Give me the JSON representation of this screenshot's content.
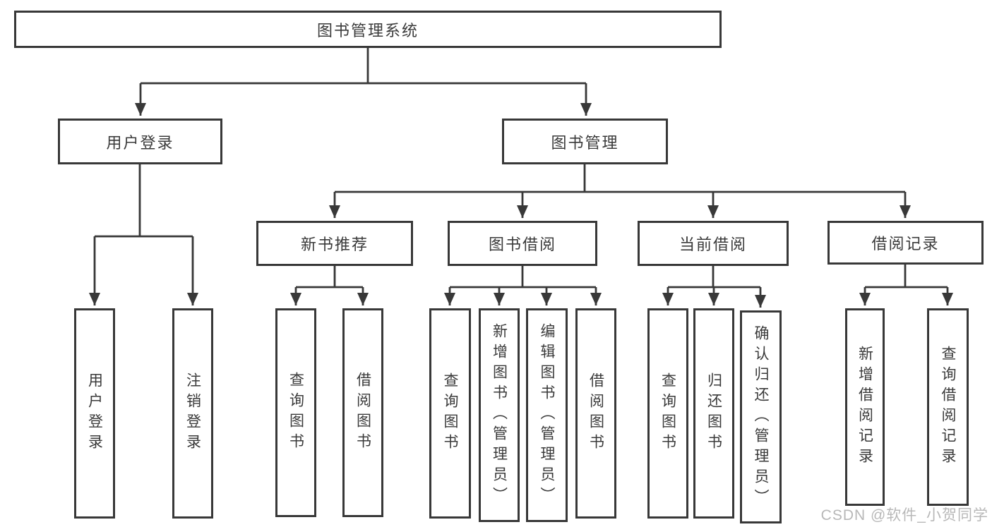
{
  "colors": {
    "line": "#383838",
    "text": "#3a3a3a",
    "watermark": "#b8b8b8",
    "background": "#ffffff"
  },
  "watermark": {
    "text": "CSDN @软件_小贺同学"
  },
  "tree": {
    "root": {
      "label": "图书管理系统",
      "children": [
        {
          "label": "用户登录",
          "children": [
            {
              "label": "用户登录"
            },
            {
              "label": "注销登录"
            }
          ]
        },
        {
          "label": "图书管理",
          "children": [
            {
              "label": "新书推荐",
              "children": [
                {
                  "label": "查询图书"
                },
                {
                  "label": "借阅图书"
                }
              ]
            },
            {
              "label": "图书借阅",
              "children": [
                {
                  "label": "查询图书"
                },
                {
                  "label": "新增图书（管理员）"
                },
                {
                  "label": "编辑图书（管理员）"
                },
                {
                  "label": "借阅图书"
                }
              ]
            },
            {
              "label": "当前借阅",
              "children": [
                {
                  "label": "查询图书"
                },
                {
                  "label": "归还图书"
                },
                {
                  "label": "确认归还（管理员）"
                }
              ]
            },
            {
              "label": "借阅记录",
              "children": [
                {
                  "label": "新增借阅记录"
                },
                {
                  "label": "查询借阅记录"
                }
              ]
            }
          ]
        }
      ]
    }
  }
}
